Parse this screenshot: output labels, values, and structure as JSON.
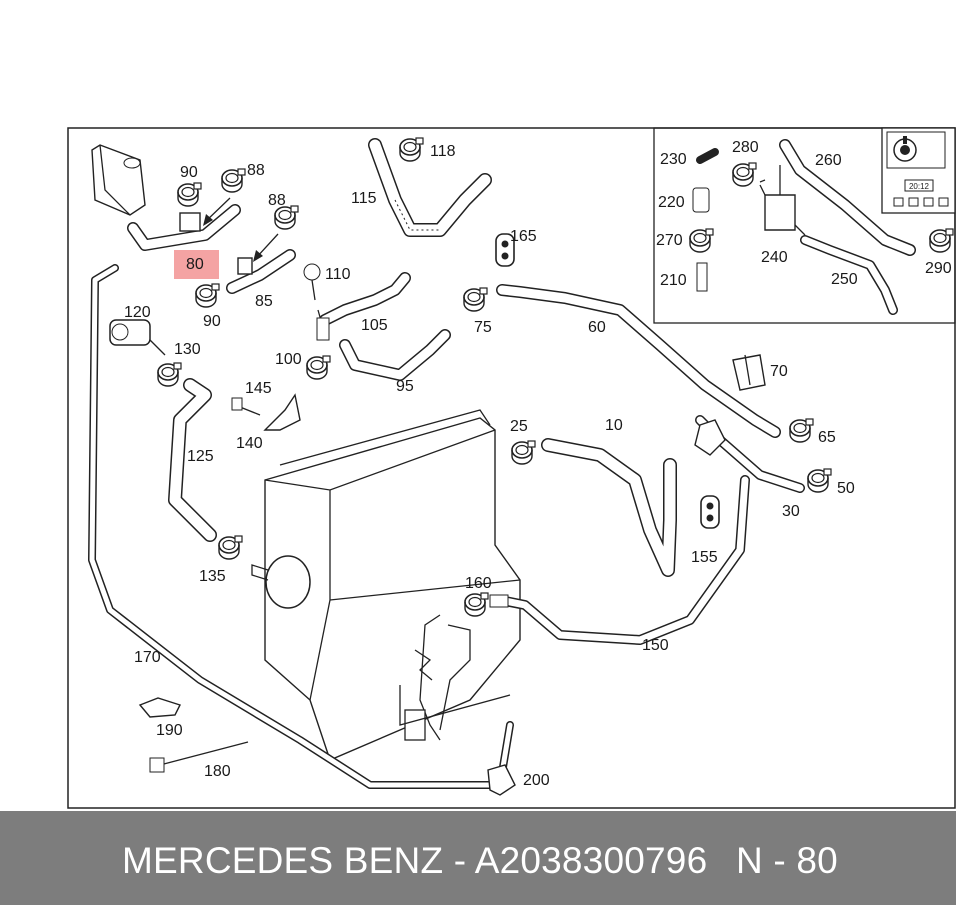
{
  "diagram": {
    "callouts": [
      {
        "id": "c10",
        "text": "10"
      },
      {
        "id": "c25",
        "text": "25"
      },
      {
        "id": "c30",
        "text": "30"
      },
      {
        "id": "c50",
        "text": "50"
      },
      {
        "id": "c60",
        "text": "60"
      },
      {
        "id": "c65",
        "text": "65"
      },
      {
        "id": "c70",
        "text": "70"
      },
      {
        "id": "c75",
        "text": "75"
      },
      {
        "id": "c80",
        "text": "80"
      },
      {
        "id": "c85",
        "text": "85"
      },
      {
        "id": "c88a",
        "text": "88"
      },
      {
        "id": "c88b",
        "text": "88"
      },
      {
        "id": "c90a",
        "text": "90"
      },
      {
        "id": "c90b",
        "text": "90"
      },
      {
        "id": "c95",
        "text": "95"
      },
      {
        "id": "c100",
        "text": "100"
      },
      {
        "id": "c105",
        "text": "105"
      },
      {
        "id": "c110",
        "text": "110"
      },
      {
        "id": "c115",
        "text": "115"
      },
      {
        "id": "c118",
        "text": "118"
      },
      {
        "id": "c120",
        "text": "120"
      },
      {
        "id": "c125",
        "text": "125"
      },
      {
        "id": "c130",
        "text": "130"
      },
      {
        "id": "c135",
        "text": "135"
      },
      {
        "id": "c140",
        "text": "140"
      },
      {
        "id": "c145",
        "text": "145"
      },
      {
        "id": "c150",
        "text": "150"
      },
      {
        "id": "c155",
        "text": "155"
      },
      {
        "id": "c160",
        "text": "160"
      },
      {
        "id": "c165",
        "text": "165"
      },
      {
        "id": "c170",
        "text": "170"
      },
      {
        "id": "c180",
        "text": "180"
      },
      {
        "id": "c190",
        "text": "190"
      },
      {
        "id": "c200",
        "text": "200"
      },
      {
        "id": "c210",
        "text": "210"
      },
      {
        "id": "c220",
        "text": "220"
      },
      {
        "id": "c230",
        "text": "230"
      },
      {
        "id": "c240",
        "text": "240"
      },
      {
        "id": "c250",
        "text": "250"
      },
      {
        "id": "c260",
        "text": "260"
      },
      {
        "id": "c270",
        "text": "270"
      },
      {
        "id": "c280",
        "text": "280"
      },
      {
        "id": "c290",
        "text": "290"
      }
    ],
    "control_panel_clock": "20:12",
    "highlight_color": "#f4a3a3",
    "highlighted_callout": "80"
  },
  "footer": {
    "brand_and_part": "MERCEDES BENZ - A2038300796",
    "position_code": "N - 80",
    "background_color": "#7d7d7d",
    "text_color": "#ffffff"
  }
}
